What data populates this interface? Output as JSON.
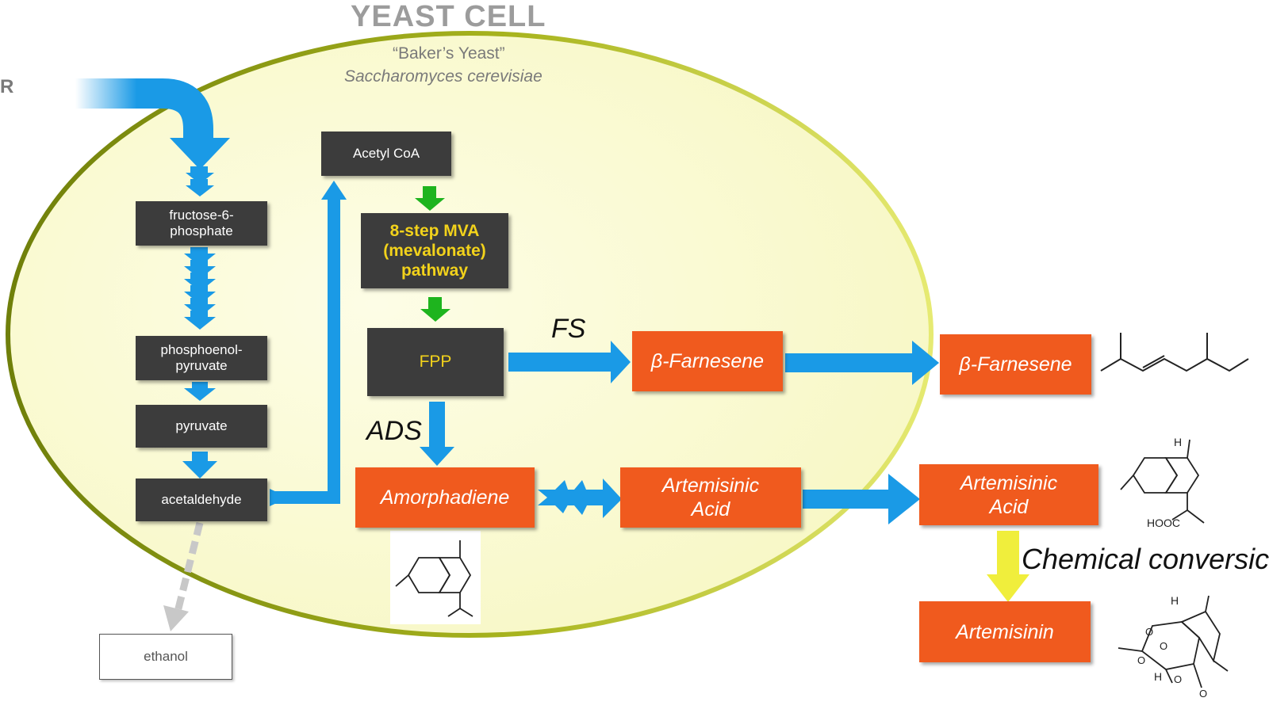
{
  "cell": {
    "title": "YEAST CELL",
    "common_name": "“Baker’s Yeast”",
    "species": "Saccharomyces cerevisiae"
  },
  "left_edge_text": "R",
  "boxes": {
    "acetyl_coa": "Acetyl CoA",
    "mva_line1": "8-step MVA",
    "mva_line2": "(mevalonate)",
    "mva_line3": "pathway",
    "fructose_line1": "fructose-6-",
    "fructose_line2": "phosphate",
    "pep_line1": "phosphoenol-",
    "pep_line2": "pyruvate",
    "pyruvate": "pyruvate",
    "acetaldehyde": "acetaldehyde",
    "ethanol": "ethanol",
    "fpp": "FPP",
    "farnesene_in": "β-Farnesene",
    "farnesene_out": "β-Farnesene",
    "amorphadiene": "Amorphadiene",
    "artemisinic_in_line1": "Artemisinic",
    "artemisinic_in_line2": "Acid",
    "artemisinic_out_line1": "Artemisinic",
    "artemisinic_out_line2": "Acid",
    "artemisinin": "Artemisinin"
  },
  "enzymes": {
    "fs": "FS",
    "ads": "ADS"
  },
  "chemical_conversion": "Chemical conversic",
  "structure_labels": {
    "h_top": "H",
    "hooc": "HOOC",
    "h_artemisinin_top": "H",
    "h_artemisinin_bottom": "H",
    "o1": "O",
    "o2": "O",
    "o3": "O",
    "o4": "O",
    "o5": "O"
  },
  "colors": {
    "arrow_blue": "#1a9ae6",
    "arrow_green": "#1eb41e",
    "arrow_yellow": "#f0ee3c",
    "box_orange": "#f05a1e",
    "box_dark": "#3c3c3c",
    "mva_text": "#f2d21b",
    "membrane": "#8a9a14",
    "cytoplasm": "#fbfbd9"
  }
}
